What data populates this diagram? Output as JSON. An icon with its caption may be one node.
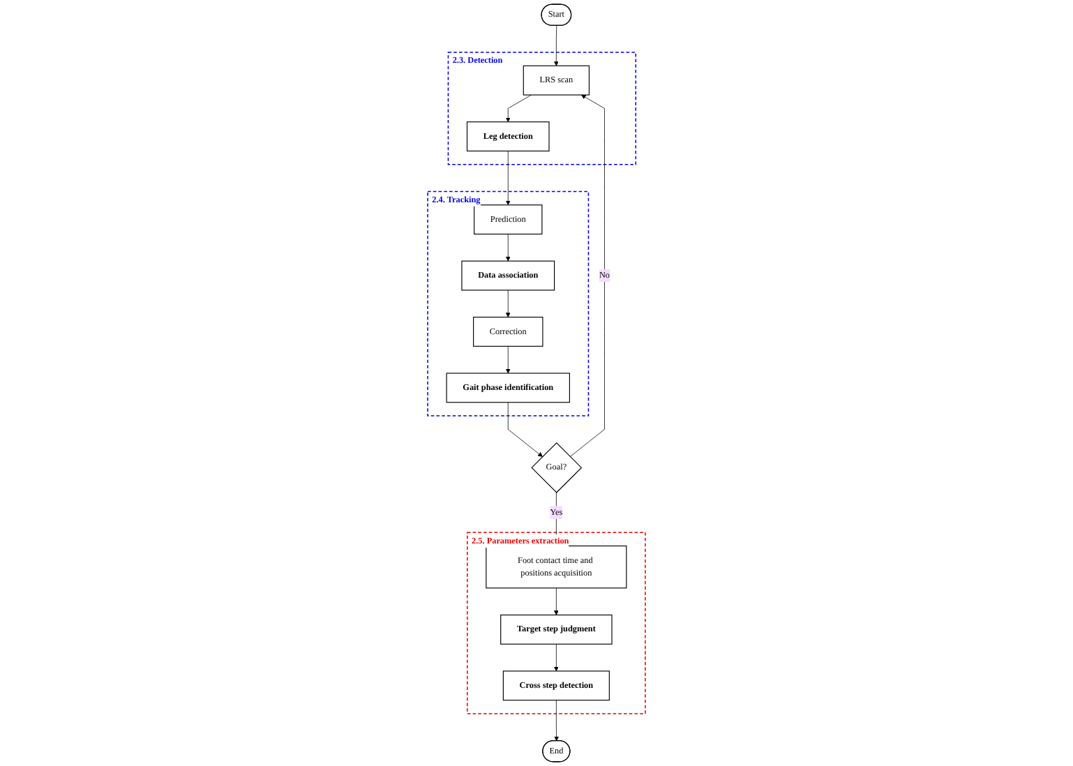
{
  "diagram": {
    "nodes": [
      {
        "text": [
          "Start"
        ]
      },
      {
        "text": [
          "2.3. Detection"
        ]
      },
      {
        "text": [
          "LRS scan"
        ],
        "in": 1
      },
      {
        "text": [
          "Leg detection"
        ],
        "in": 1
      },
      {
        "text": [
          "2.4. Tracking"
        ]
      },
      {
        "text": [
          "Prediction"
        ],
        "in": 4
      },
      {
        "text": [
          "Data association"
        ],
        "in": 4
      },
      {
        "text": [
          "Correction"
        ],
        "in": 4
      },
      {
        "text": [
          "Gait phase identification"
        ],
        "in": 4
      },
      {
        "text": [
          "Goal?"
        ]
      },
      {
        "text": [
          "2.5. Parameters extraction"
        ]
      },
      {
        "text": [
          "Foot contact time and positions acquisition"
        ],
        "in": 10
      },
      {
        "text": [
          "Target step judgment"
        ],
        "in": 10
      },
      {
        "text": [
          "Cross step detection"
        ],
        "in": 10
      },
      {
        "text": [
          "End"
        ]
      }
    ],
    "edges": [
      {
        "from": 0,
        "to": 2,
        "arrow": "to"
      },
      {
        "from": 2,
        "to": 3,
        "arrow": "to"
      },
      {
        "from": 3,
        "to": 5,
        "arrow": "to"
      },
      {
        "from": 5,
        "to": 6,
        "arrow": "to"
      },
      {
        "from": 6,
        "to": 7,
        "arrow": "to"
      },
      {
        "from": 7,
        "to": 8,
        "arrow": "to"
      },
      {
        "from": 8,
        "to": 9,
        "arrow": "to"
      },
      {
        "from": 9,
        "to": 2,
        "arrow": "to",
        "label": "No"
      },
      {
        "from": 9,
        "to": 11,
        "arrow": "to",
        "label": "Yes"
      },
      {
        "from": 11,
        "to": 12,
        "arrow": "to"
      },
      {
        "from": 12,
        "to": 13,
        "arrow": "to"
      },
      {
        "from": 13,
        "to": 14,
        "arrow": "to"
      }
    ]
  }
}
